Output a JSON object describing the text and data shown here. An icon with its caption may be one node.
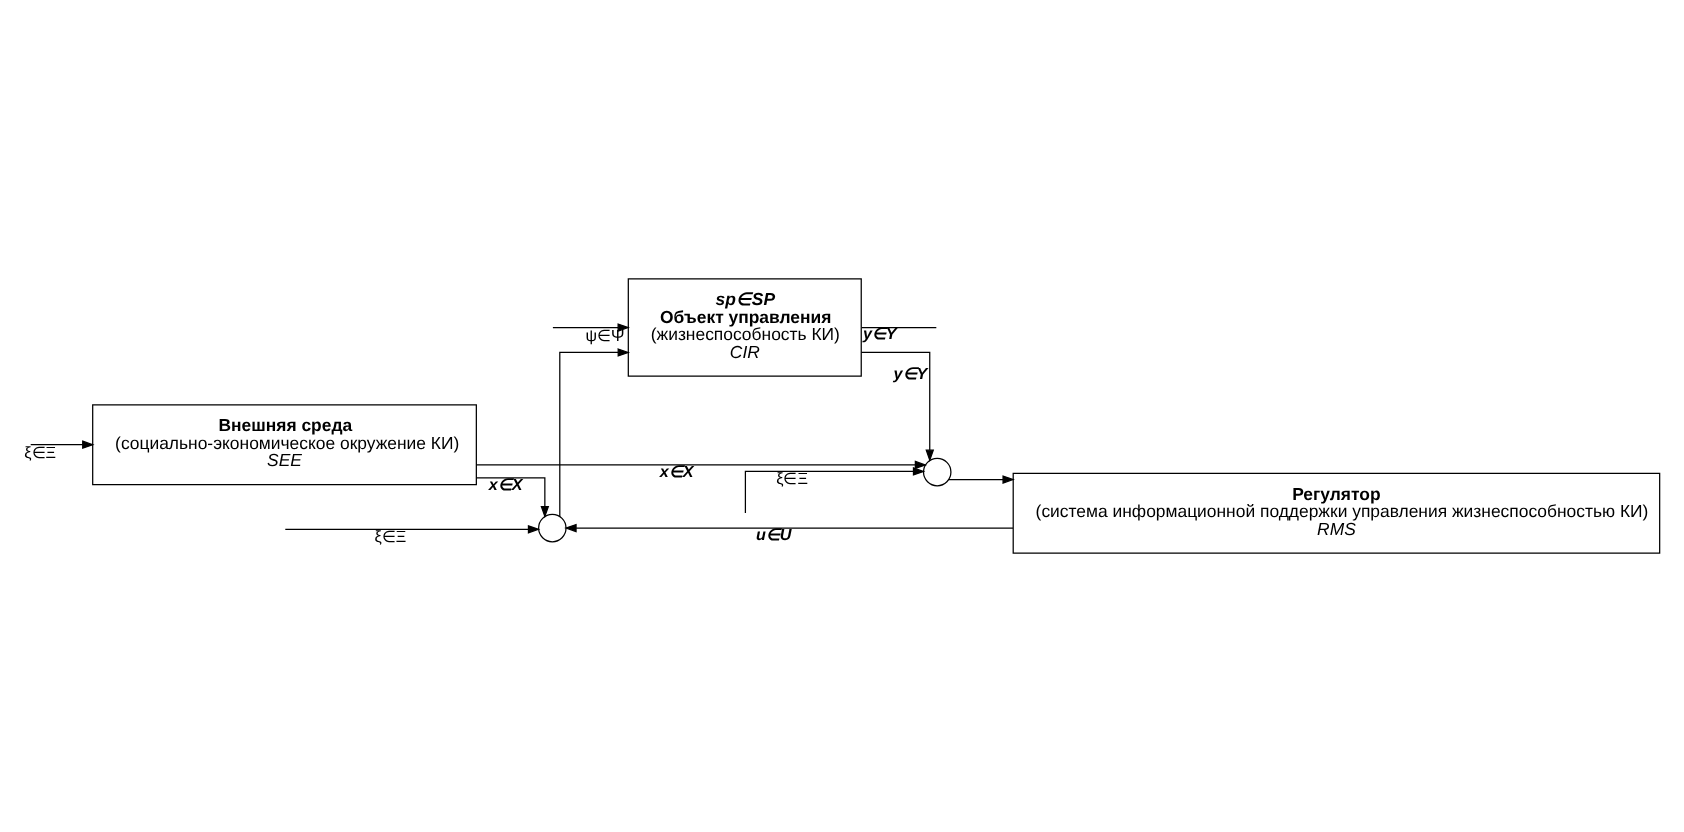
{
  "diagram": {
    "nodes": [
      {
        "text": [],
        "shape": "circle"
      },
      {
        "text": [
          "sp∈SP",
          "Объект управления",
          "(жизнеспособность КИ)",
          "CIR"
        ]
      },
      {
        "text": [
          "Внешняя среда",
          "(социально-экономическое окружение КИ)",
          "SEE"
        ]
      },
      {
        "text": [],
        "shape": "circle"
      },
      {
        "text": [
          "Регулятор",
          "(система информационной поддержки управления жизнеспособностью КИ)",
          "RMS"
        ]
      }
    ],
    "edges": [
      {
        "from": null,
        "to": 2,
        "arrow": "to",
        "label": "ξ∈Ξ"
      },
      {
        "from": 2,
        "to": 0,
        "arrow": "to",
        "label": "x∈X"
      },
      {
        "from": 2,
        "to": 3,
        "arrow": "to",
        "label": "x∈X"
      },
      {
        "from": null,
        "to": 0,
        "arrow": "to",
        "label": "ξ∈Ξ"
      },
      {
        "from": 0,
        "to": 1,
        "arrow": "to"
      },
      {
        "from": 4,
        "to": 0,
        "arrow": "to",
        "label": "u∈U"
      },
      {
        "from": 1,
        "to": null,
        "arrow": "none",
        "label": "y∈Y"
      },
      {
        "from": 1,
        "to": 3,
        "arrow": "to",
        "label": "y∈Y"
      },
      {
        "from": null,
        "to": 3,
        "arrow": "to",
        "label": "ξ∈Ξ"
      },
      {
        "from": 3,
        "to": 4,
        "arrow": "to"
      },
      {
        "from": null,
        "to": 1,
        "arrow": "to",
        "label": "ψ∈Ψ"
      }
    ]
  }
}
